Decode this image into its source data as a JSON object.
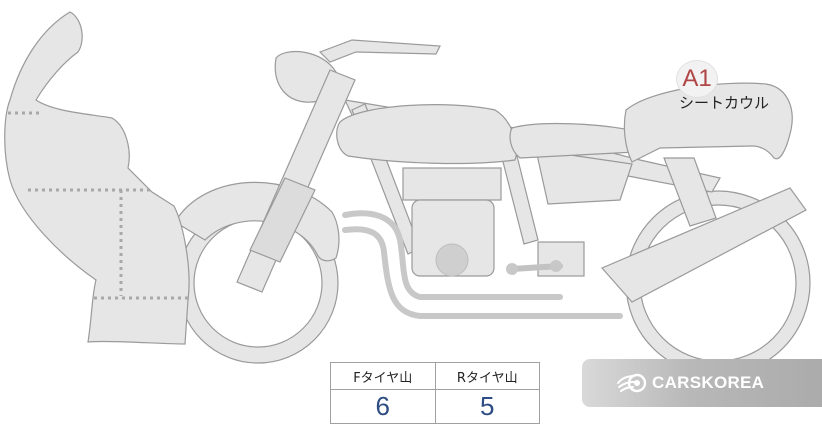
{
  "diagram": {
    "marker": {
      "code": "A1",
      "label": "シートカウル"
    }
  },
  "tread_table": {
    "headers": [
      "Fタイヤ山",
      "Rタイヤ山"
    ],
    "values": [
      "6",
      "5"
    ]
  },
  "brand": {
    "name": "CARSKOREA",
    "icon": "carskorea-flame-logo-icon"
  },
  "colors": {
    "marker_text": "#b04545",
    "value_text": "#2e4d84",
    "part_fill": "#e6e6e6",
    "part_outline": "#9a9a9a"
  }
}
